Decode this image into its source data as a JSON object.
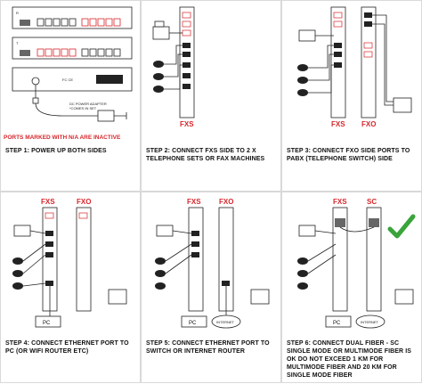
{
  "colors": {
    "accent_red": "#d7262b",
    "check_green": "#3aa43a",
    "line": "#222222",
    "frame_gray": "#d9d9d9"
  },
  "steps": [
    {
      "caption": "STEP 1: POWER UP BOTH SIDES",
      "note": "PORTS MARKED WITH N/A ARE INACTIVE",
      "adapter_line1": "DC POWER ADAPTER",
      "adapter_line2": "*COMES IN SET",
      "unit_label_r": "R",
      "unit_label_t": "T",
      "cert": "FC  CE"
    },
    {
      "caption": "STEP 2: CONNECT FXS SIDE TO 2 X TELEPHONE SETS OR FAX MACHINES",
      "fxs": "FXS"
    },
    {
      "caption": "STEP 3: CONNECT FXO SIDE PORTS TO PABX (TELEPHONE SWITCH) SIDE",
      "fxs": "FXS",
      "fxo": "FXO"
    },
    {
      "caption": "STEP 4: CONNECT ETHERNET PORT TO PC (OR WIFI ROUTER ETC)",
      "fxs": "FXS",
      "fxo": "FXO",
      "pc": "PC"
    },
    {
      "caption": "STEP 5: CONNECT ETHERNET PORT TO SWITCH OR INTERNET ROUTER",
      "fxs": "FXS",
      "fxo": "FXO",
      "pc": "PC",
      "internet": "INTERNET"
    },
    {
      "caption": "STEP 6: CONNECT DUAL FIBER - SC SINGLE MODE OR MULTIMODE FIBER IS OK DO NOT EXCEED 1 KM FOR MULTIMODE FIBER AND 20 KM FOR SINGLE MODE FIBER",
      "fxs": "FXS",
      "sc": "SC",
      "pc": "PC",
      "internet": "INTERNET"
    }
  ]
}
